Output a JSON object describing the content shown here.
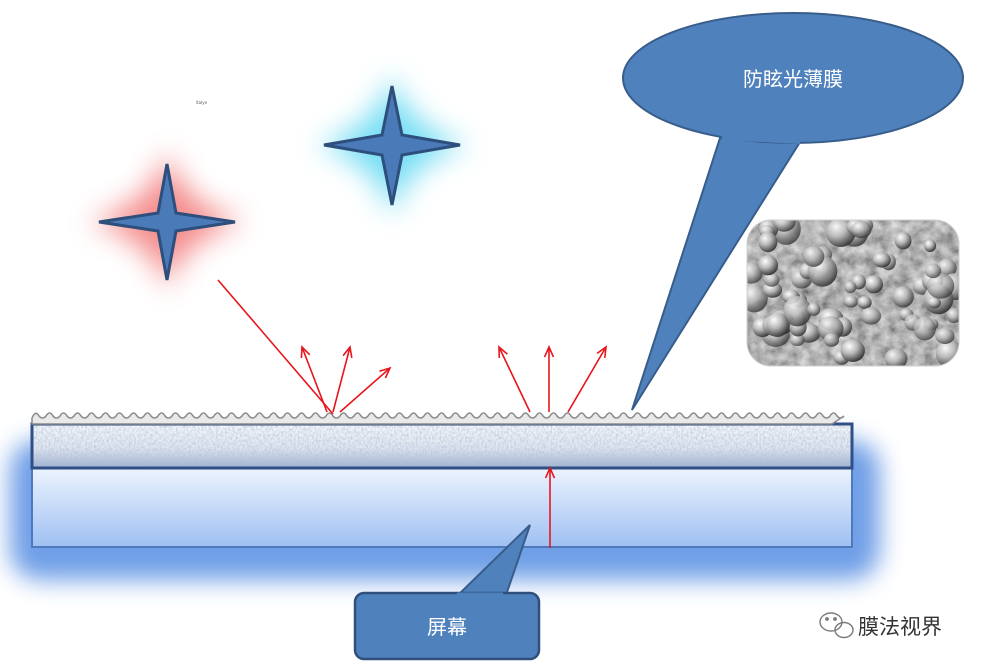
{
  "labels": {
    "film_callout": "防眩光薄膜",
    "screen_callout": "屏幕",
    "tiny_mark": "italye"
  },
  "watermark": {
    "text": "膜法视界",
    "icon": "wechat-icon"
  },
  "colors": {
    "star_fill": "#4a7ab8",
    "star_stroke": "#2e4f7c",
    "glow_red": "#f27070",
    "glow_cyan": "#5fd8f2",
    "arrow": "#e8151b",
    "callout_fill": "#4f81bd",
    "callout_stroke": "#385d8a",
    "screen_top": "#e6f0ff",
    "screen_bottom": "#9fc0f2",
    "screen_glow": "#3f7fdf"
  }
}
